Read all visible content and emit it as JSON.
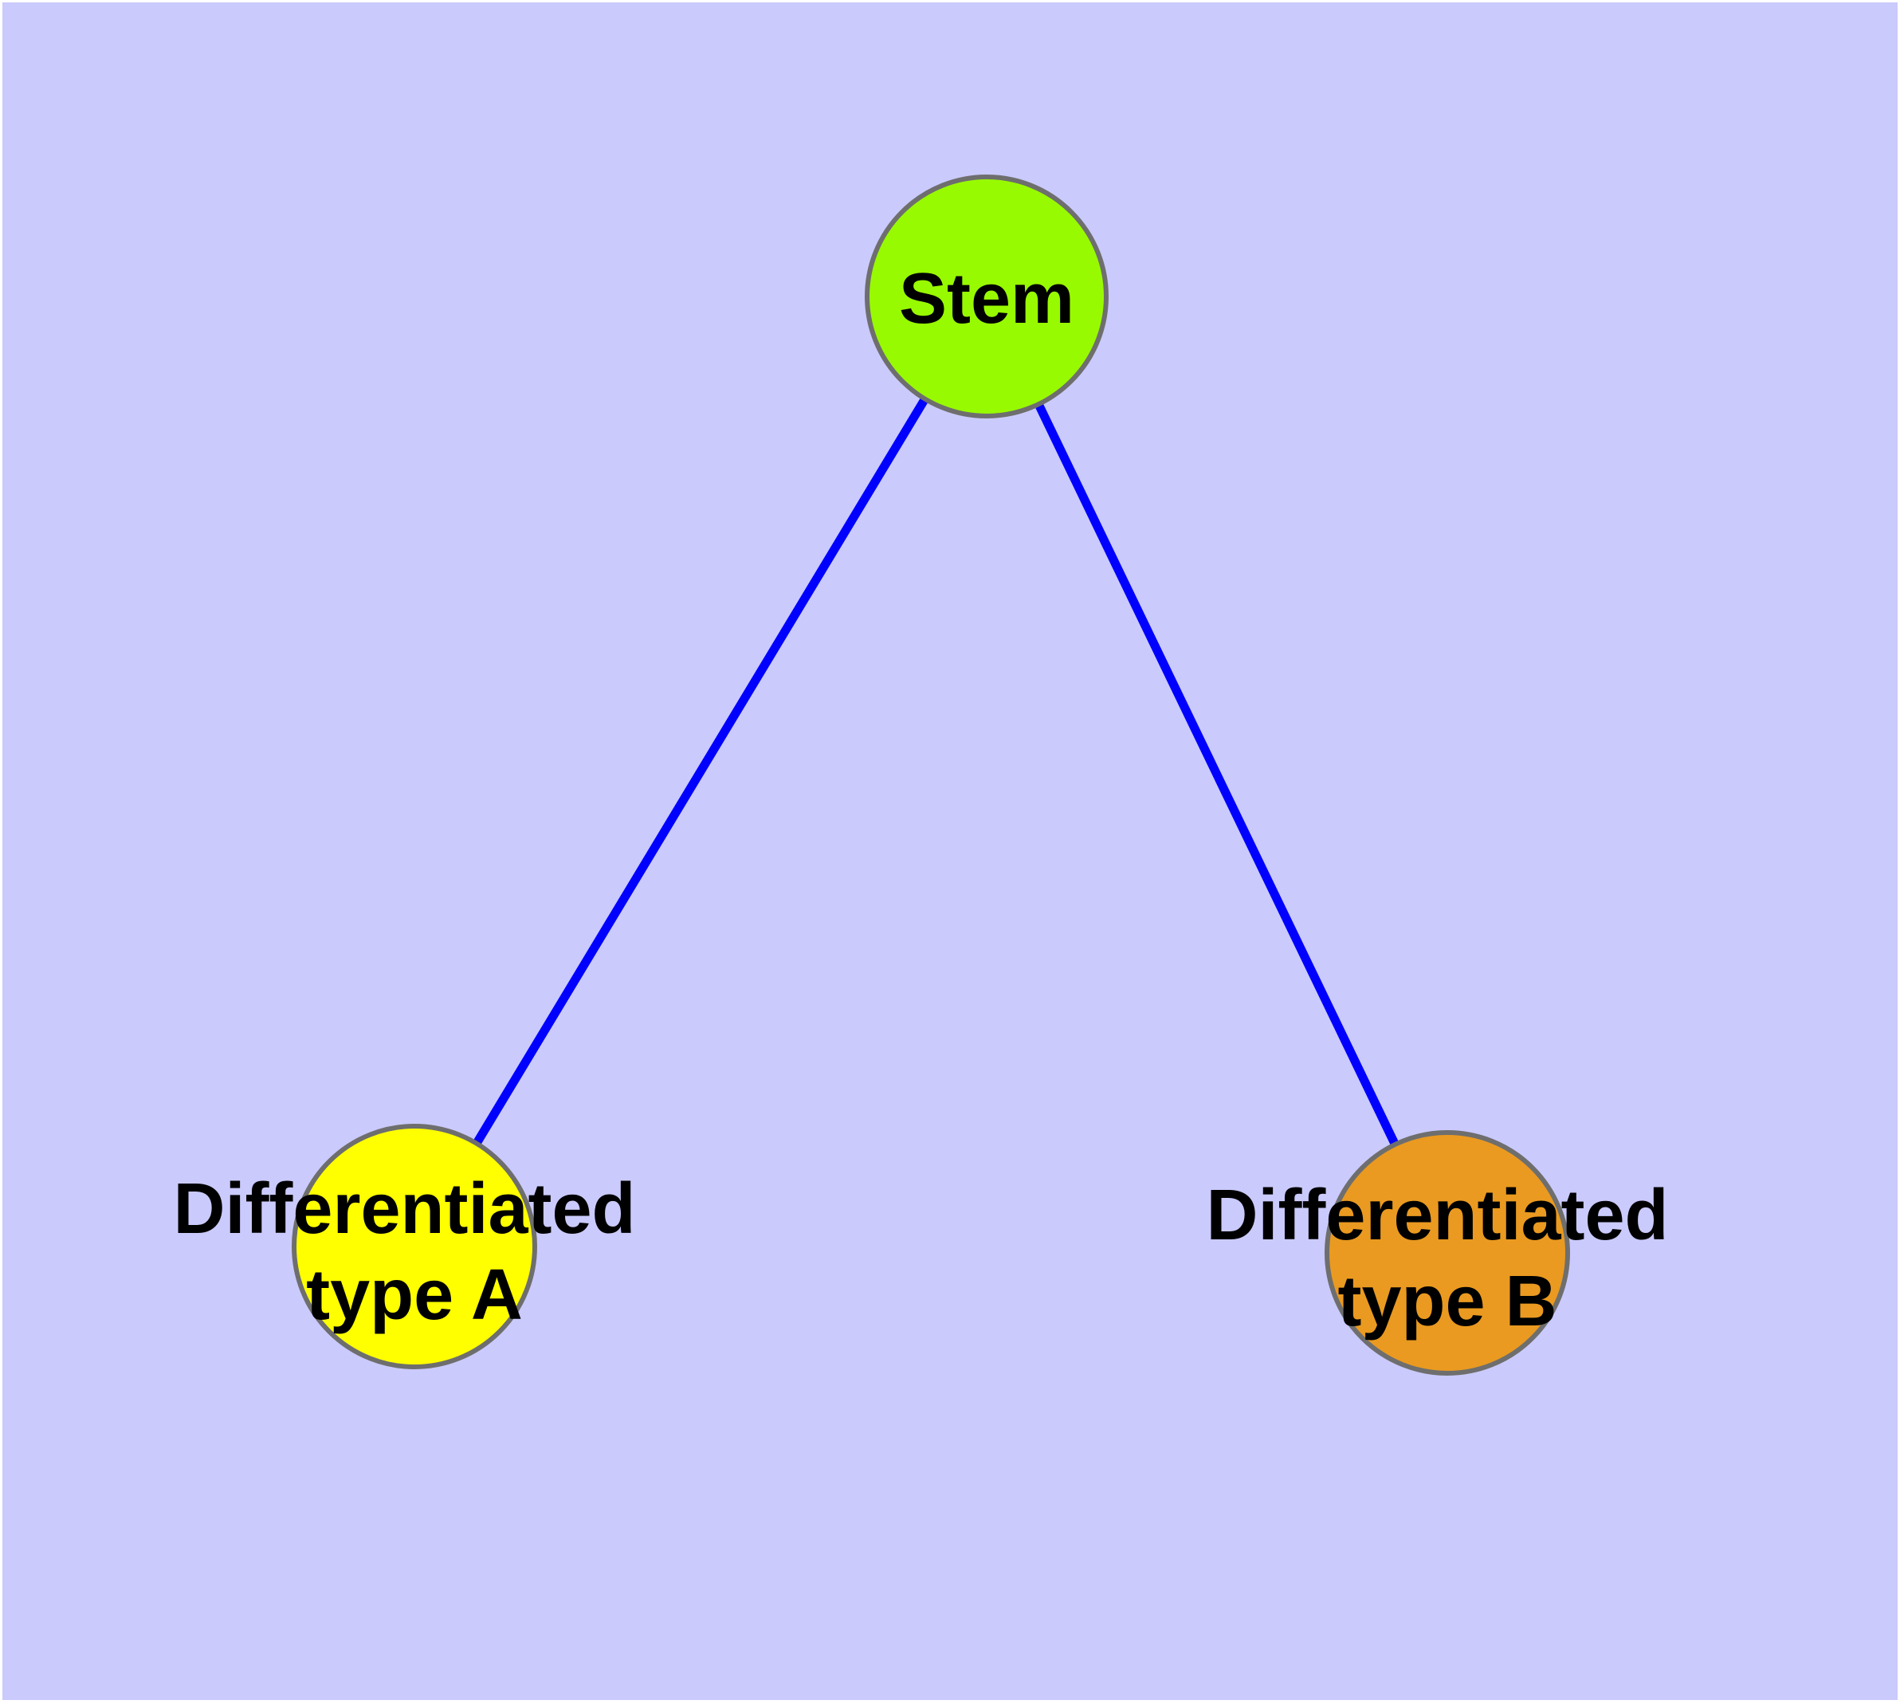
{
  "diagram": {
    "background_color": "#cacafc",
    "frame_color": "#ffffff",
    "edge_color": "#0000ff",
    "node_border_color": "#6e6e6e",
    "label_color": "#000000",
    "nodes": {
      "stem": {
        "label": "Stem",
        "fill_color": "#98fa00"
      },
      "type_a": {
        "label_line1": "Differentiated",
        "label_line2": "type A",
        "fill_color": "#ffff00"
      },
      "type_b": {
        "label_line1": "Differentiated",
        "label_line2": "type B",
        "fill_color": "#ea9a20"
      }
    },
    "edges": [
      {
        "from": "Stem",
        "to": "Differentiated type A"
      },
      {
        "from": "Stem",
        "to": "Differentiated type B"
      }
    ]
  }
}
